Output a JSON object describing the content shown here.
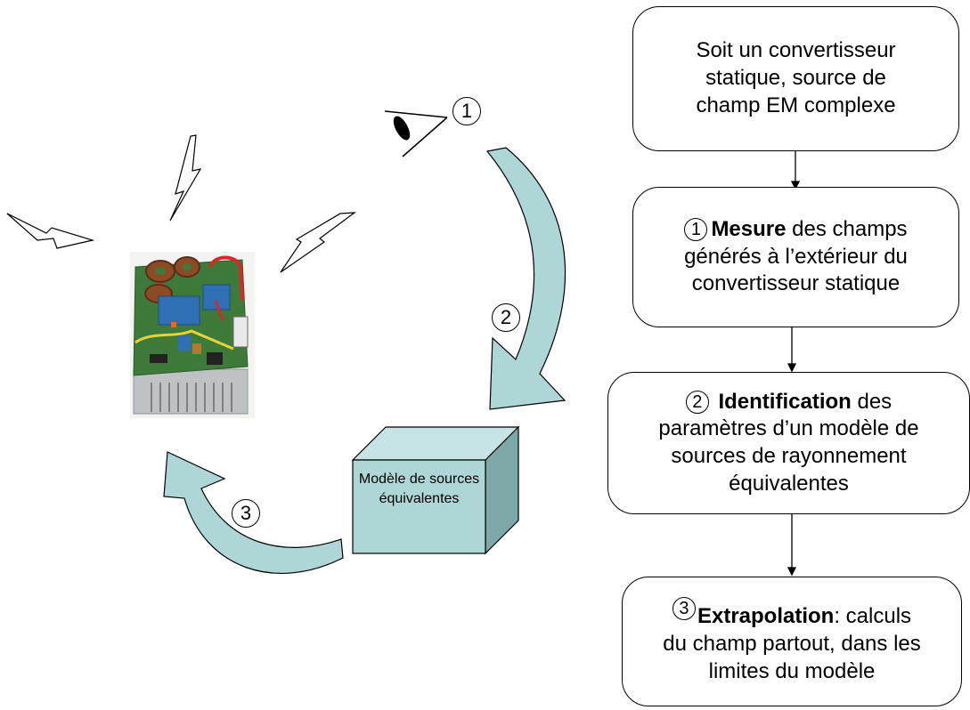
{
  "colors": {
    "arrow_fill": "#aed6d6",
    "cube_front": "#aed6d6",
    "cube_top": "#c6e4e4",
    "cube_side": "#7ea8a8",
    "outline": "#000000"
  },
  "flow": {
    "box1": {
      "text": "Soit un convertisseur statique, source de champ EM complexe"
    },
    "box2": {
      "num": "1",
      "bold": "Mesure",
      "text_a": " des champs",
      "text_b": "générés à l’extérieur du convertisseur statique"
    },
    "box3": {
      "num": "2",
      "bold": "Identification",
      "text_a": " des",
      "text_b": "paramètres d’un modèle de sources de rayonnement équivalentes"
    },
    "box4": {
      "num": "3",
      "bold": "Extrapolation",
      "text_a": ": calculs",
      "text_b": "du champ partout, dans les limites du modèle"
    }
  },
  "cycle": {
    "label1": "1",
    "label2": "2",
    "label3": "3",
    "cube_text": "Modèle de sources équivalentes"
  },
  "icons": {
    "eye": "eye-icon",
    "lightning": "lightning-bolt-icon",
    "converter": "power-converter-board-icon"
  }
}
